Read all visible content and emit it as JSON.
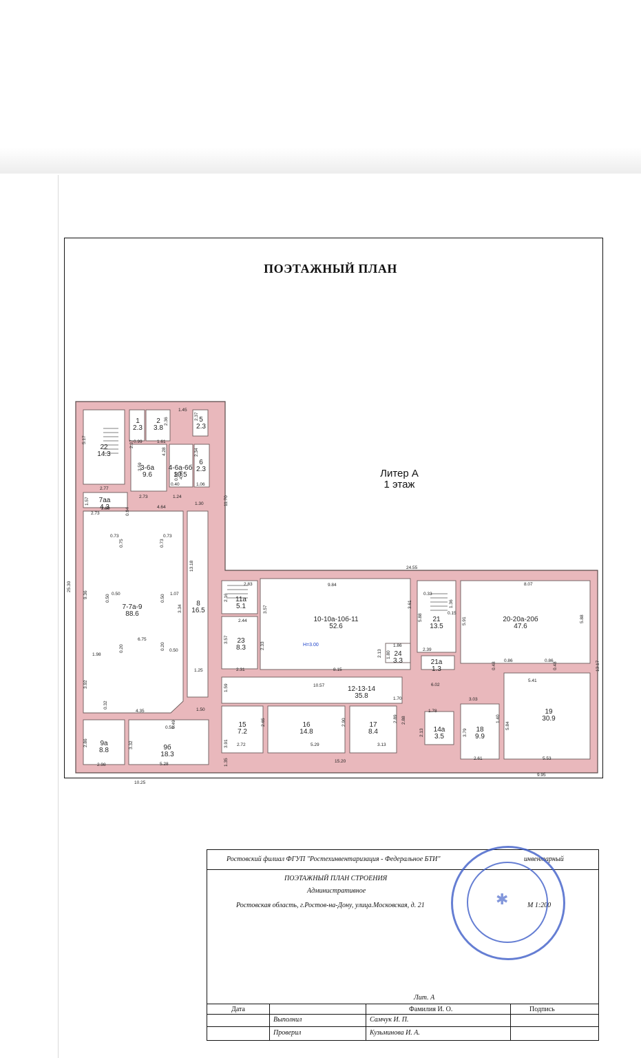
{
  "title": "ПОЭТАЖНЫЙ ПЛАН",
  "building": {
    "litera": "Литер А",
    "floor": "1 этаж"
  },
  "ceiling_height": "H=3.00",
  "rooms": [
    {
      "id": "22",
      "area": "14.3"
    },
    {
      "id": "1",
      "area": "2.3"
    },
    {
      "id": "2",
      "area": "3.8"
    },
    {
      "id": "5",
      "area": "2.3"
    },
    {
      "id": "3-6а",
      "area": "9.6"
    },
    {
      "id": "4-6а-6б",
      "area": "10.5"
    },
    {
      "id": "6",
      "area": "2.3"
    },
    {
      "id": "7аа",
      "area": "4.3"
    },
    {
      "id": "7-7а-9",
      "area": "88.6"
    },
    {
      "id": "8",
      "area": "16.5"
    },
    {
      "id": "11а",
      "area": "5.1"
    },
    {
      "id": "23",
      "area": "8.3"
    },
    {
      "id": "10-10а-10б-11",
      "area": "52.6"
    },
    {
      "id": "24",
      "area": "3.3"
    },
    {
      "id": "21",
      "area": "13.5"
    },
    {
      "id": "21а",
      "area": "1.3"
    },
    {
      "id": "20-20а-20б",
      "area": "47.6"
    },
    {
      "id": "12-13-14",
      "area": "35.8"
    },
    {
      "id": "15",
      "area": "7.2"
    },
    {
      "id": "16",
      "area": "14.8"
    },
    {
      "id": "17",
      "area": "8.4"
    },
    {
      "id": "14а",
      "area": "3.5"
    },
    {
      "id": "18",
      "area": "9.9"
    },
    {
      "id": "19",
      "area": "30.9"
    },
    {
      "id": "9а",
      "area": "8.8"
    },
    {
      "id": "9б",
      "area": "18.3"
    }
  ],
  "dimensions": [
    "5.17",
    "2.77",
    "2.37",
    "0.99",
    "1.61",
    "2.36",
    "1.45",
    "2.37",
    "4.28",
    "2.34",
    "4.86",
    "0.50",
    "0.40",
    "1.06",
    "3.59",
    "2.73",
    "1.24",
    "1.57",
    "2.73",
    "2.80",
    "0.94",
    "4.64",
    "1.30",
    "11.70",
    "25.30",
    "0.73",
    "0.75",
    "0.73",
    "0.73",
    "13.18",
    "9.36",
    "0.50",
    "0.50",
    "0.50",
    "1.07",
    "3.34",
    "6.75",
    "1.98",
    "0.20",
    "0.20",
    "0.50",
    "1.25",
    "3.92",
    "0.32",
    "4.35",
    "1.50",
    "0.53",
    "0.49",
    "2.86",
    "3.32",
    "3.91",
    "2.98",
    "5.28",
    "10.25",
    "1.35",
    "24.55",
    "2.83",
    "9.84",
    "0.33",
    "8.07",
    "2.16",
    "3.57",
    "3.61",
    "5.88",
    "1.36",
    "0.15",
    "5.91",
    "5.88",
    "2.44",
    "2.33",
    "1.86",
    "2.39",
    "3.57",
    "2.13",
    "1.80",
    "0.86",
    "0.48",
    "0.86",
    "0.48",
    "2.31",
    "8.15",
    "13.17",
    "1.59",
    "10.57",
    "1.70",
    "6.02",
    "1.40",
    "3.03",
    "5.41",
    "1.78",
    "2.65",
    "2.90",
    "2.89",
    "2.88",
    "2.13",
    "3.79",
    "5.84",
    "2.72",
    "5.29",
    "3.13",
    "15.20",
    "2.61",
    "5.53",
    "9.95"
  ],
  "title_block": {
    "org": "Ростовский филиал ФГУП \"Ростехинвентаризация - Федеральное БТИ\"",
    "inventory": "инвентарный",
    "doc_title": "ПОЭТАЖНЫЙ ПЛАН СТРОЕНИЯ",
    "purpose": "Административное",
    "address": "Ростовская область, г.Ростов-на-Дону, улица.Московская, д. 21",
    "scale": "М 1:200",
    "lit": "Лит. А",
    "col_date": "Дата",
    "col_name": "Фамилия И. О.",
    "col_sign": "Подпись",
    "row1_role": "Выполнил",
    "row1_name": "Самчук И. П.",
    "row2_role": "Проверил",
    "row2_name": "Кузьминова И. А."
  },
  "colors": {
    "wall": "#e9b8bc",
    "wall_stroke": "#5a4a4a",
    "stamp": "#3a5bc7",
    "ceiling": "#1a3fc9"
  }
}
